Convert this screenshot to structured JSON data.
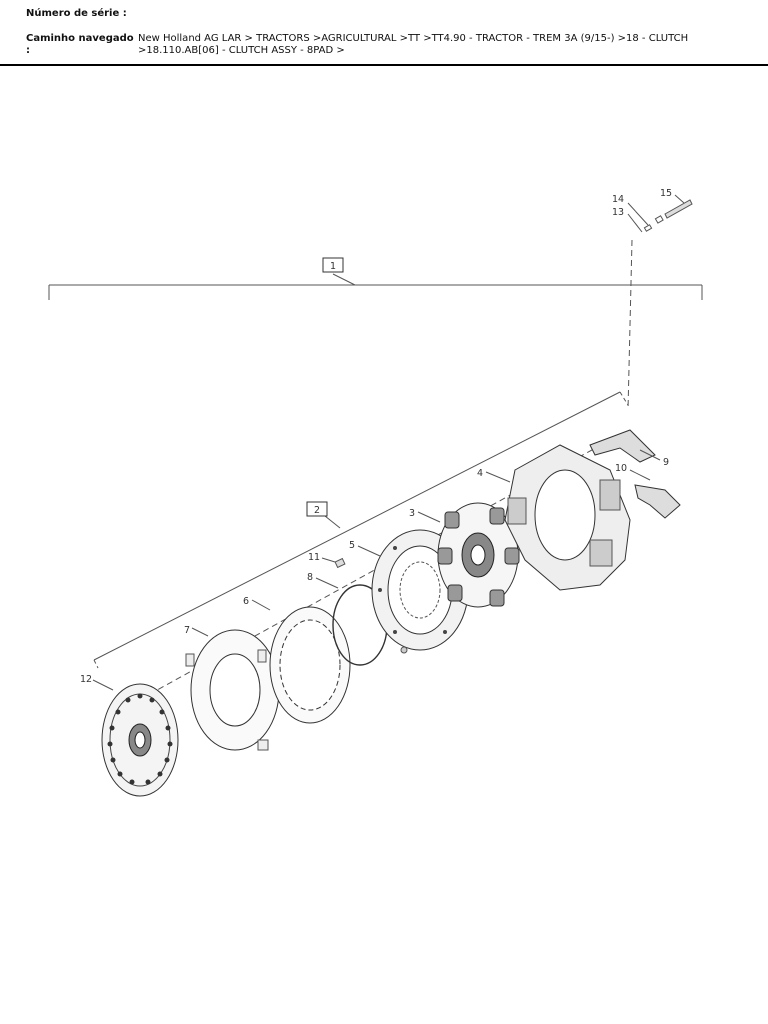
{
  "header": {
    "serial_label": "Número de série :",
    "path_label": "Caminho navegado :",
    "path_value": "New Holland AG LAR > TRACTORS >AGRICULTURAL >TT >TT4.90 - TRACTOR - TREM 3A (9/15-) >18 - CLUTCH >18.110.AB[06] - CLUTCH ASSY - 8PAD >"
  },
  "diagram": {
    "callouts": {
      "c1": "1",
      "c2": "2",
      "c3": "3",
      "c4": "4",
      "c5": "5",
      "c6": "6",
      "c7": "7",
      "c8": "8",
      "c9": "9",
      "c10": "10",
      "c11": "11",
      "c12": "12",
      "c13": "13",
      "c14": "14",
      "c15": "15"
    },
    "line_color": "#555555"
  }
}
